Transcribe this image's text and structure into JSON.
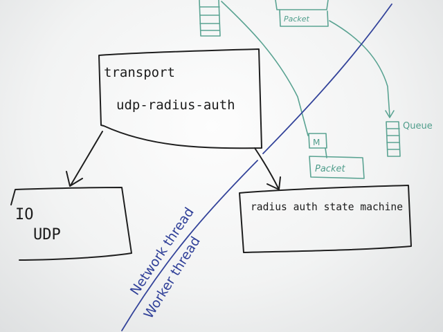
{
  "transport_box": {
    "title": "transport",
    "subtitle": "udp-radius-auth"
  },
  "io_box": {
    "line1": "IO",
    "line2": "UDP"
  },
  "state_machine_box": {
    "label": "radius auth state machine"
  },
  "thread_labels": {
    "network": "Network thread",
    "worker": "Worker thread"
  },
  "green_items": {
    "packet_top": "Packet",
    "queue": "Queue",
    "message": "M",
    "packet_bottom": "Packet"
  },
  "colors": {
    "black_marker": "#1e1e1e",
    "blue_marker": "#33439a",
    "green_marker": "#5aa392",
    "whiteboard": "#f4f5f5"
  }
}
